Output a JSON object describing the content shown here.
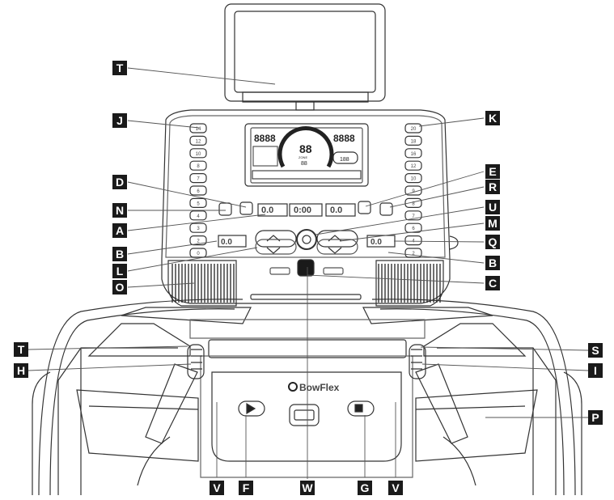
{
  "brand": "BowFlex",
  "left_keypad": [
    "14",
    "12",
    "10",
    "8",
    "7",
    "6",
    "5",
    "4",
    "3",
    "2",
    "0"
  ],
  "right_keypad": [
    "20",
    "18",
    "16",
    "12",
    "10",
    "9",
    "8",
    "7",
    "6",
    "4",
    "2"
  ],
  "readouts": {
    "left": "0.0",
    "center_left": "0.0",
    "center": "0:00",
    "center_right": "0.0",
    "right": "0.0"
  },
  "console_display": {
    "top_left": "8888",
    "top_right": "8888",
    "dial": "88",
    "dial_sub": "88",
    "small_box": "188",
    "caption": "ZONE"
  },
  "callouts": {
    "T_top": "T",
    "J": "J",
    "K": "K",
    "D": "D",
    "E": "E",
    "R": "R",
    "N": "N",
    "U": "U",
    "A": "A",
    "M": "M",
    "Q": "Q",
    "B_left": "B",
    "B_right": "B",
    "L": "L",
    "C": "C",
    "O": "O",
    "T_mid": "T",
    "S": "S",
    "H": "H",
    "I": "I",
    "P": "P",
    "V_left": "V",
    "F": "F",
    "W": "W",
    "G": "G",
    "V_right": "V"
  }
}
